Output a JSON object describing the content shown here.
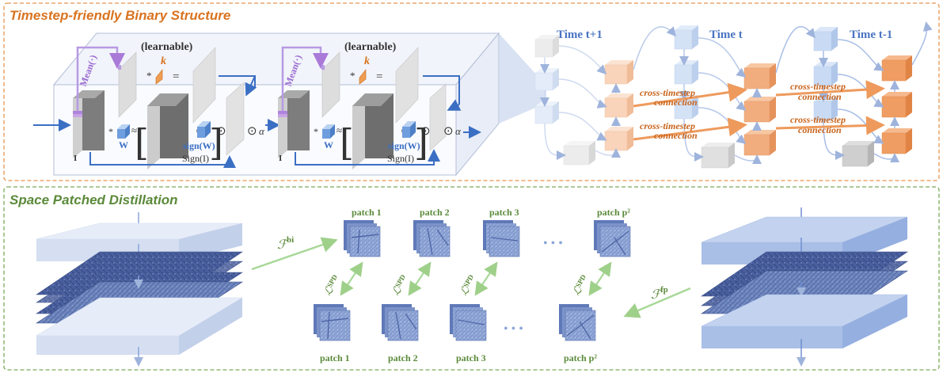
{
  "top_section": {
    "title": "Timestep-friendly Binary Structure",
    "mean_label": "Mean(·)",
    "learnable_label": "(learnable)",
    "k_label": "k",
    "times": [
      "Time t+1",
      "Time t",
      "Time t-1"
    ],
    "cross_label_1": "cross-timestep",
    "cross_label_2": "connection",
    "w_label": "W",
    "signw_label": "sign(W)",
    "i_label": "I",
    "signi_label": "Sign(I)",
    "alpha": "α",
    "star": "*",
    "approx": "≈",
    "otimes": "⊗",
    "odot": "⊙",
    "equals": "="
  },
  "bottom_section": {
    "title": "Space Patched Distillation",
    "fbi": "ℱ",
    "fbi_sup": "bi",
    "ffp": "ℱ",
    "ffp_sup": "fp",
    "lspd": "ℒ",
    "lspd_sub": "SPD",
    "patch_top": [
      "patch 1",
      "patch 2",
      "patch 3",
      "patch p²"
    ],
    "patch_bottom": [
      "patch 1",
      "patch 2",
      "patch 3",
      "patch p²"
    ],
    "dots": "• • •"
  },
  "colors": {
    "orange": "#d9731f",
    "green": "#5b8a3a",
    "blue": "#3b6fc4",
    "purple": "#9b6bd1"
  }
}
